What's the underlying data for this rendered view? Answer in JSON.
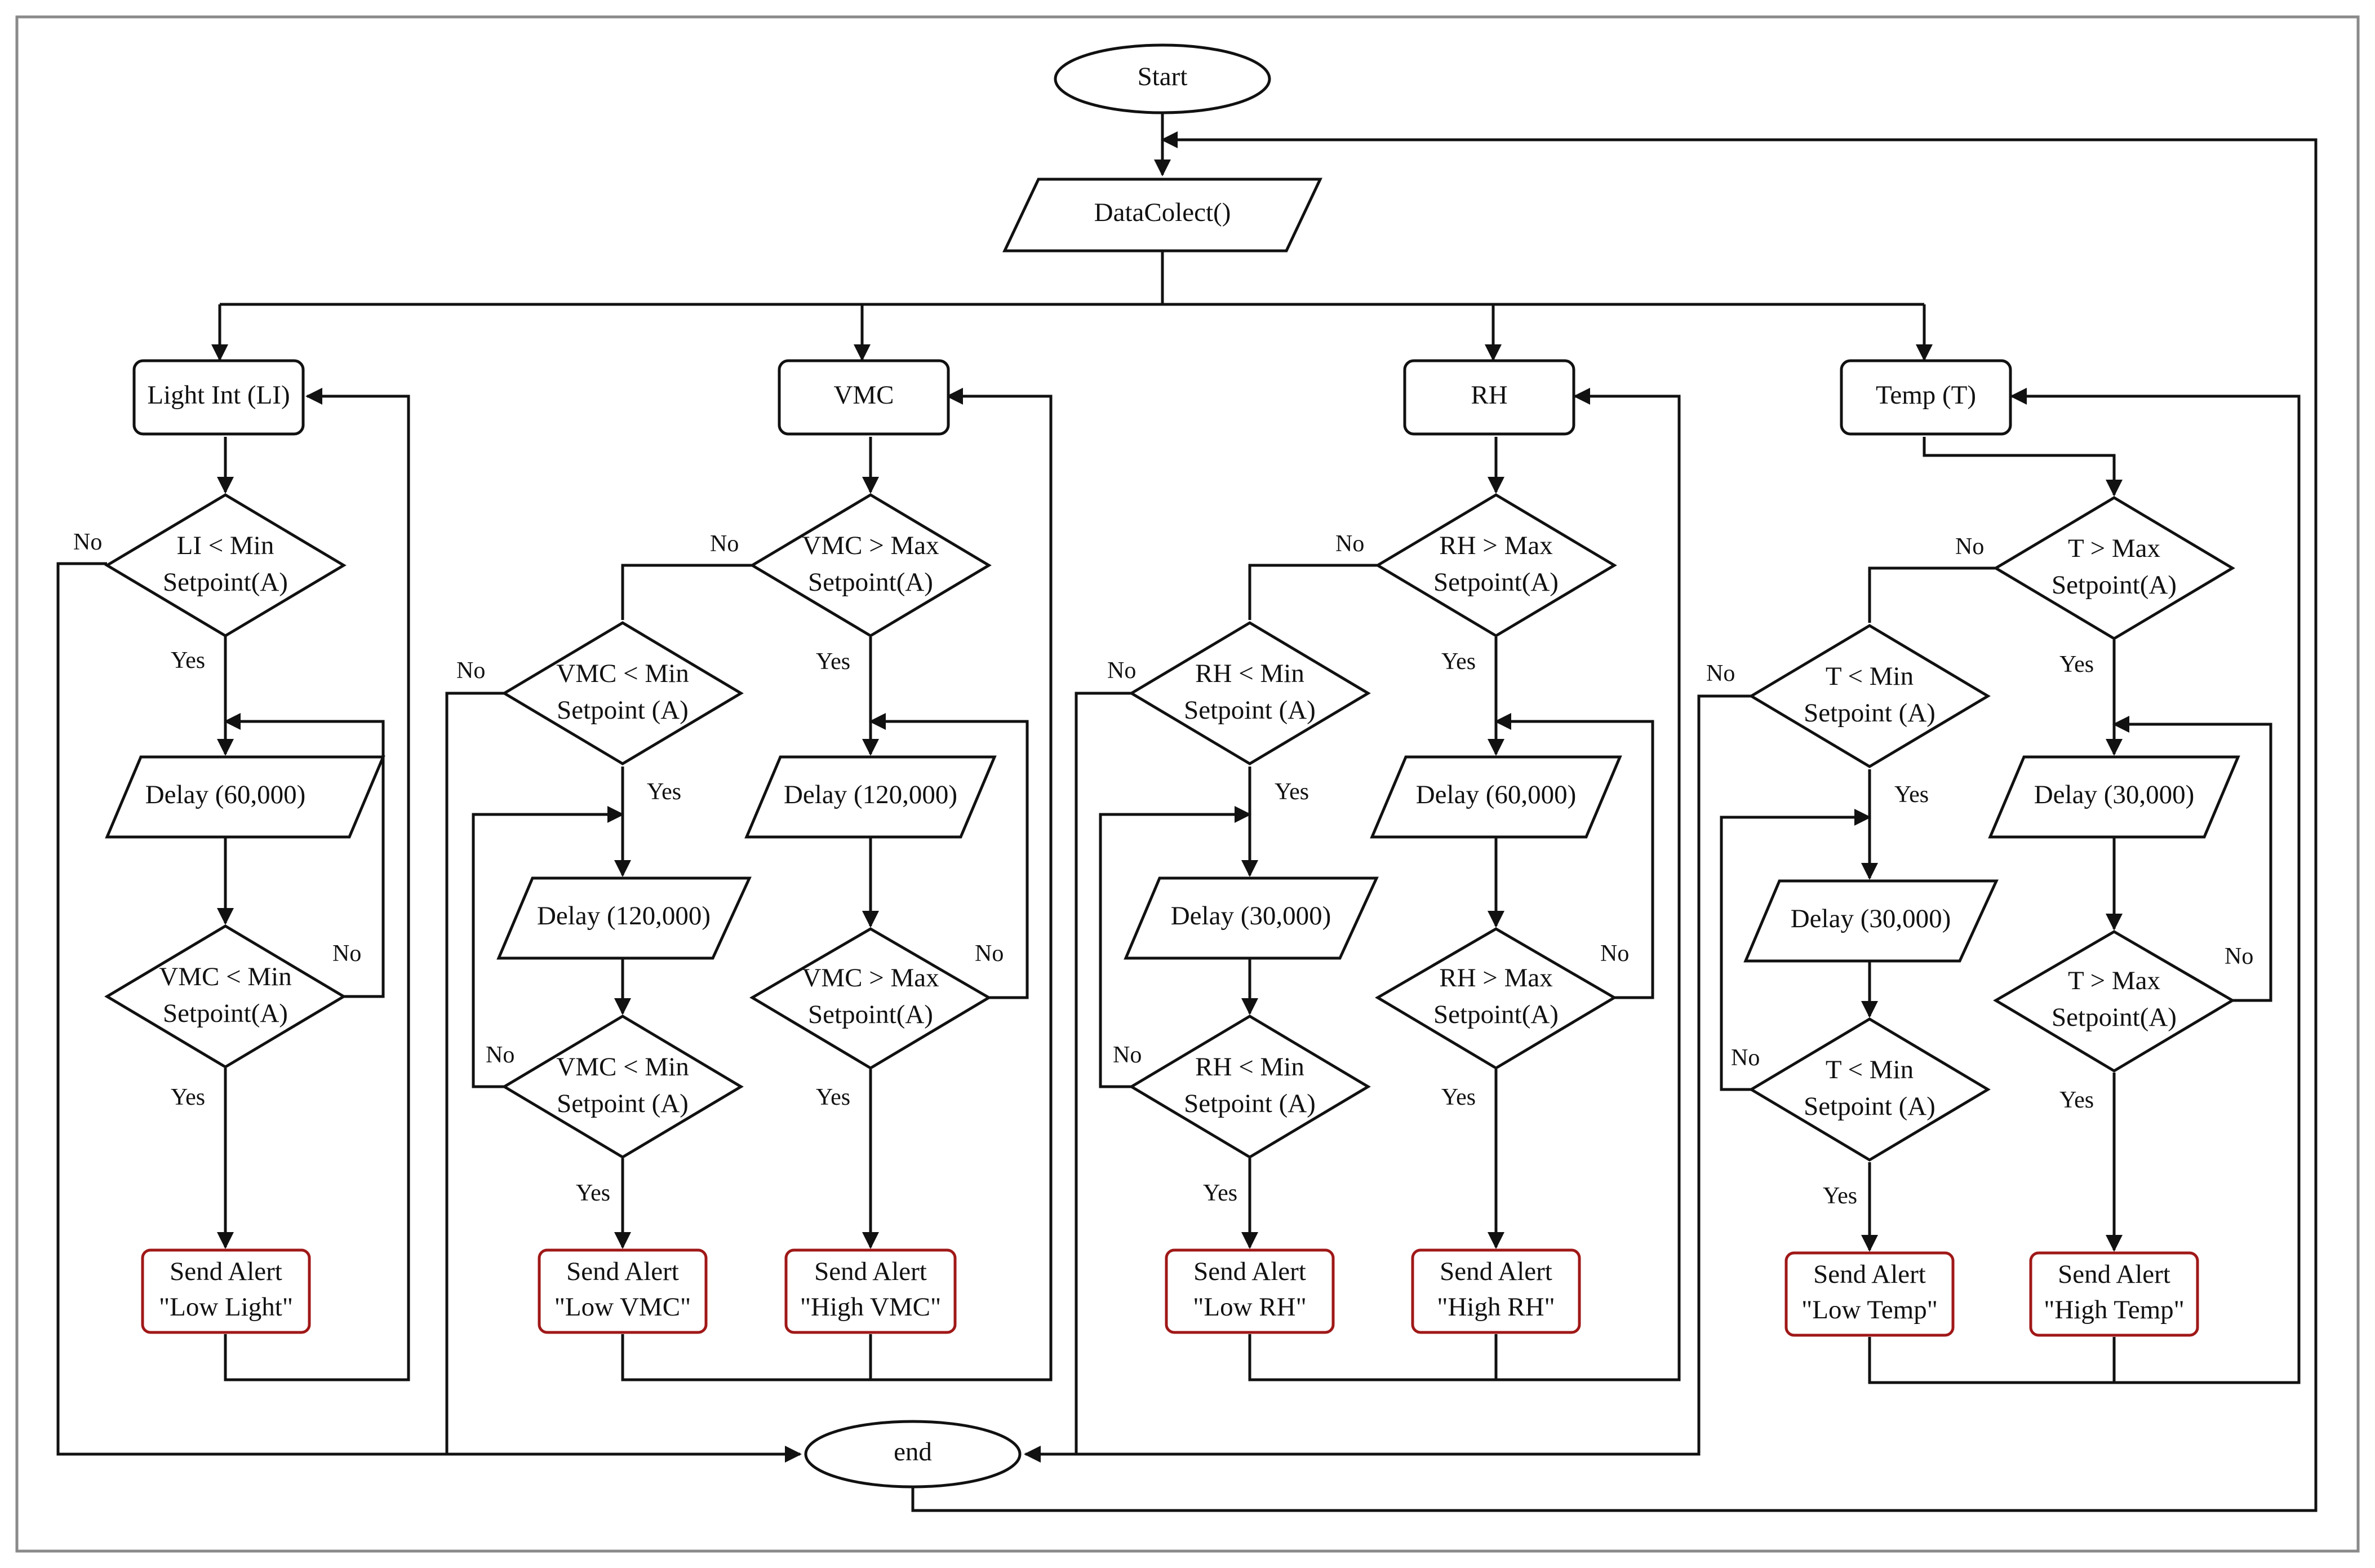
{
  "diagram": {
    "start": "Start",
    "collect": "DataColect()",
    "end": "end",
    "edge_yes": "Yes",
    "edge_no": "No",
    "branches": {
      "li": {
        "category": "Light Int (LI)",
        "check": [
          "LI < Min",
          "Setpoint(A)"
        ],
        "delay": "Delay (60,000)",
        "recheck": [
          "VMC < Min",
          "Setpoint(A)"
        ],
        "alert": [
          "Send Alert",
          "\"Low Light\""
        ]
      },
      "vmc": {
        "category": "VMC",
        "check": [
          "VMC > Max",
          "Setpoint(A)"
        ],
        "low": {
          "check": [
            "VMC < Min",
            "Setpoint (A)"
          ],
          "delay": "Delay (120,000)",
          "recheck": [
            "VMC < Min",
            "Setpoint (A)"
          ],
          "alert": [
            "Send Alert",
            "\"Low VMC\""
          ]
        },
        "high": {
          "delay": "Delay (120,000)",
          "recheck": [
            "VMC > Max",
            "Setpoint(A)"
          ],
          "alert": [
            "Send Alert",
            "\"High VMC\""
          ]
        }
      },
      "rh": {
        "category": "RH",
        "check": [
          "RH > Max",
          "Setpoint(A)"
        ],
        "low": {
          "check": [
            "RH < Min",
            "Setpoint (A)"
          ],
          "delay": "Delay (30,000)",
          "recheck": [
            "RH < Min",
            "Setpoint (A)"
          ],
          "alert": [
            "Send Alert",
            "\"Low RH\""
          ]
        },
        "high": {
          "delay": "Delay (60,000)",
          "recheck": [
            "RH > Max",
            "Setpoint(A)"
          ],
          "alert": [
            "Send Alert",
            "\"High RH\""
          ]
        }
      },
      "temp": {
        "category": "Temp (T)",
        "check": [
          "T > Max",
          "Setpoint(A)"
        ],
        "low": {
          "check": [
            "T < Min",
            "Setpoint (A)"
          ],
          "delay": "Delay (30,000)",
          "recheck": [
            "T < Min",
            "Setpoint (A)"
          ],
          "alert": [
            "Send Alert",
            "\"Low Temp\""
          ]
        },
        "high": {
          "delay": "Delay (30,000)",
          "recheck": [
            "T > Max",
            "Setpoint(A)"
          ],
          "alert": [
            "Send Alert",
            "\"High Temp\""
          ]
        }
      }
    }
  }
}
